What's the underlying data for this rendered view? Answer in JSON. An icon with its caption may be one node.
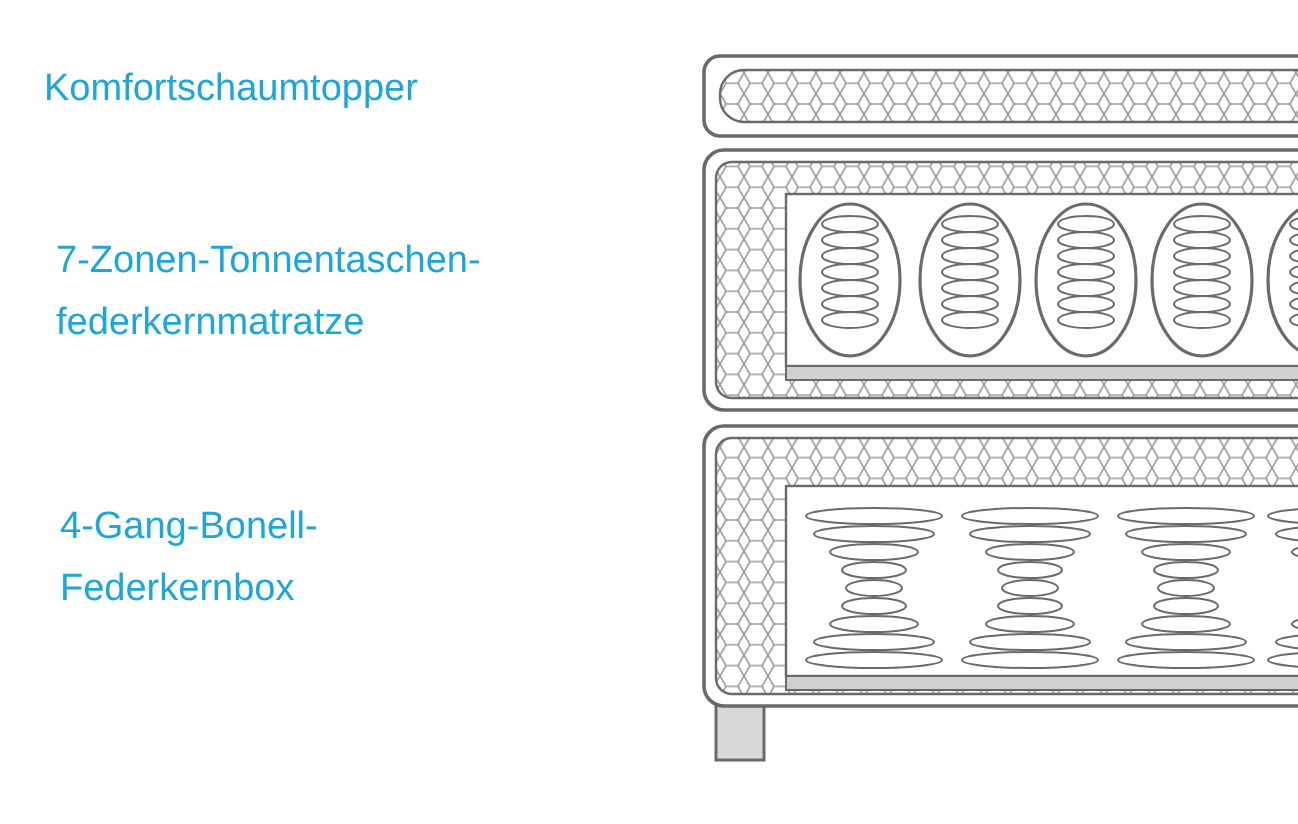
{
  "diagram": {
    "labels": [
      "Komfortschaumtopper",
      "7-Zonen-Tonnentaschen- federkernmatratze",
      "4-Gang-Bonell- Federkernbox"
    ]
  }
}
